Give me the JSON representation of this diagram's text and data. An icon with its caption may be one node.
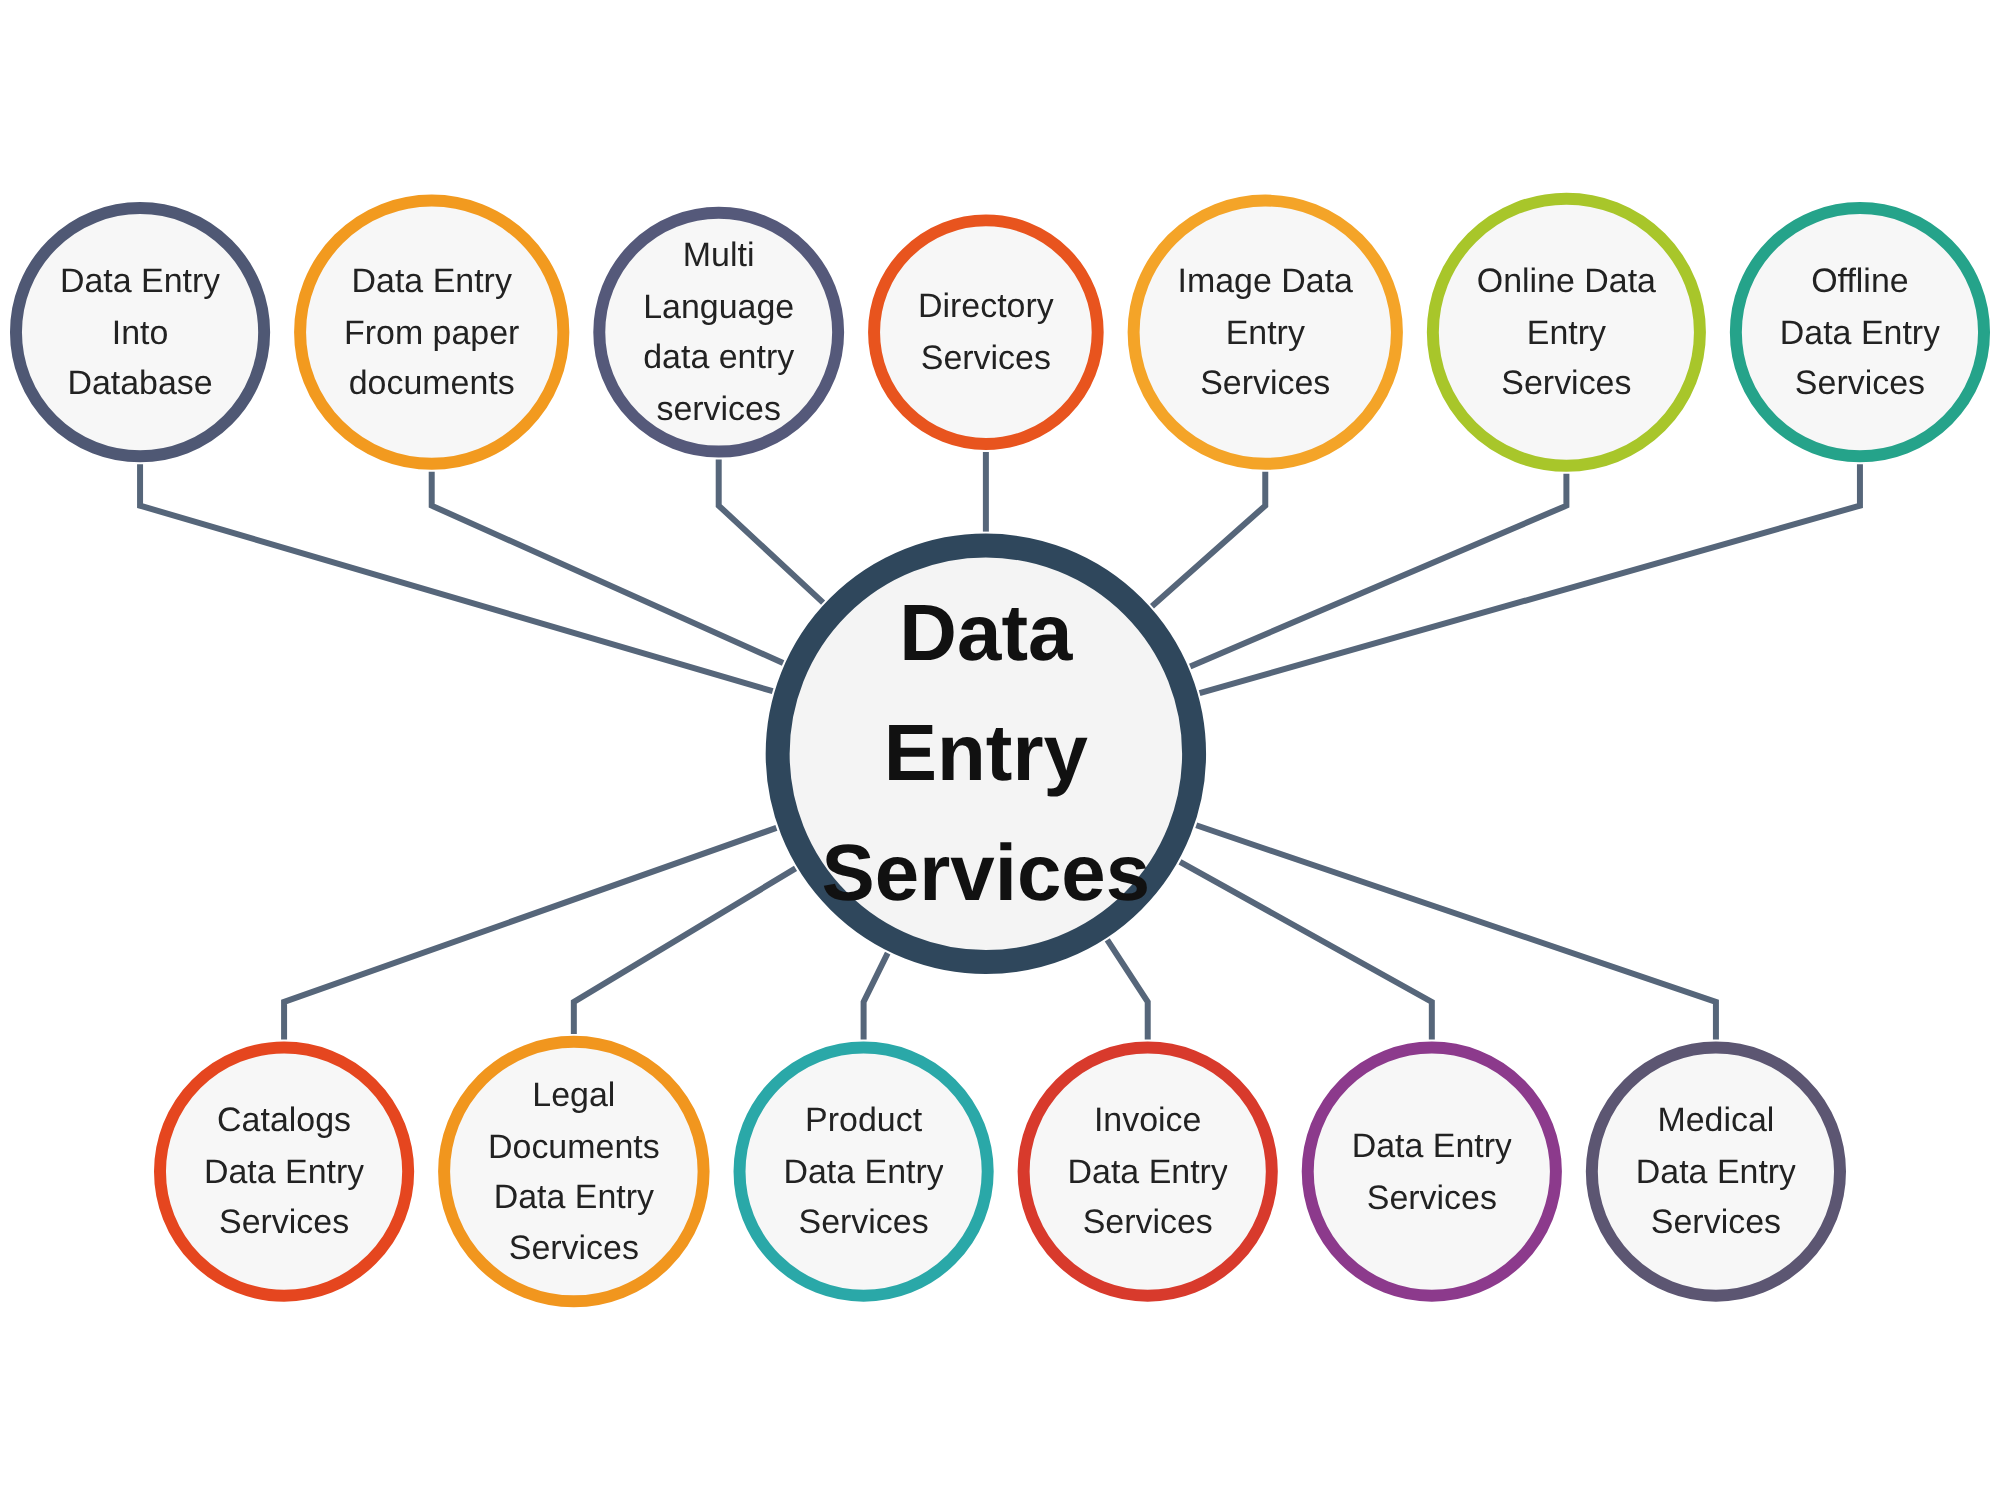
{
  "diagram": {
    "nodes": [
      {
        "text": [
          "Data Entry Services"
        ]
      },
      {
        "text": [
          "Data Entry Into Database"
        ]
      },
      {
        "text": [
          "Data Entry From paper documents"
        ]
      },
      {
        "text": [
          "Multi Language data entry services"
        ]
      },
      {
        "text": [
          "Directory Services"
        ]
      },
      {
        "text": [
          "Image Data Entry Services"
        ]
      },
      {
        "text": [
          "Online Data Entry Services"
        ]
      },
      {
        "text": [
          "Offline Data Entry Services"
        ]
      },
      {
        "text": [
          "Catalogs Data Entry Services"
        ]
      },
      {
        "text": [
          "Legal Documents Data Entry Services"
        ]
      },
      {
        "text": [
          "Product Data Entry Services"
        ]
      },
      {
        "text": [
          "Invoice Data Entry Services"
        ]
      },
      {
        "text": [
          "Data Entry Services"
        ]
      },
      {
        "text": [
          "Medical Data Entry Services"
        ]
      }
    ],
    "edges": [
      {
        "from": 1,
        "to": 0,
        "arrow": "none"
      },
      {
        "from": 2,
        "to": 0,
        "arrow": "none"
      },
      {
        "from": 3,
        "to": 0,
        "arrow": "none"
      },
      {
        "from": 4,
        "to": 0,
        "arrow": "none"
      },
      {
        "from": 5,
        "to": 0,
        "arrow": "none"
      },
      {
        "from": 6,
        "to": 0,
        "arrow": "none"
      },
      {
        "from": 7,
        "to": 0,
        "arrow": "none"
      },
      {
        "from": 0,
        "to": 8,
        "arrow": "none"
      },
      {
        "from": 0,
        "to": 9,
        "arrow": "none"
      },
      {
        "from": 0,
        "to": 10,
        "arrow": "none"
      },
      {
        "from": 0,
        "to": 11,
        "arrow": "none"
      },
      {
        "from": 0,
        "to": 12,
        "arrow": "none"
      },
      {
        "from": 0,
        "to": 13,
        "arrow": "none"
      }
    ]
  }
}
